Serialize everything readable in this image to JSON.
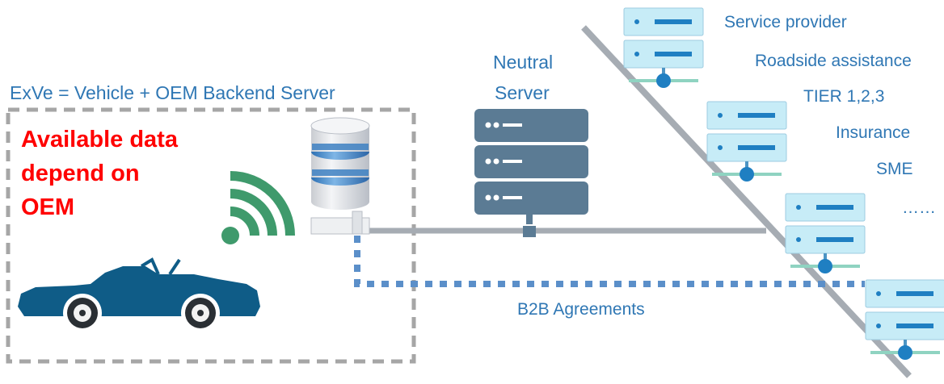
{
  "title": "ExVe = Vehicle + OEM Backend Server",
  "vehicle_box": {
    "note_lines": [
      "Available data",
      "depend on",
      "OEM"
    ]
  },
  "neutral_server": {
    "label_line1": "Neutral",
    "label_line2": "Server"
  },
  "b2b_label": "B2B Agreements",
  "parties": [
    "Service provider",
    "Roadside assistance",
    "TIER 1,2,3",
    "Insurance",
    "SME",
    "……"
  ],
  "colors": {
    "text_blue": "#2f77b4",
    "note_red": "#ff0000",
    "box_dash": "#a6a6a6",
    "link_gray": "#a6acb3",
    "agreement_blue": "#5b8fc9",
    "car_blue": "#0f5c87",
    "wifi_green": "#3f9a6c",
    "neutral_server": "#5b7b94",
    "party_server_fill": "#c7ecf7",
    "party_server_node": "#1f7fc2"
  },
  "icons": [
    "oem-server-icon",
    "wifi-icon",
    "car-icon",
    "neutral-server-icon",
    "party-server-icon"
  ]
}
